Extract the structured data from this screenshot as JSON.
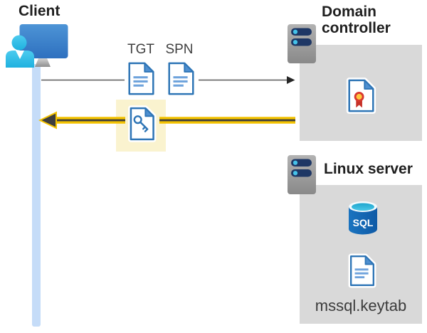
{
  "diagram": {
    "client": {
      "title": "Client"
    },
    "messages": {
      "tgt_label": "TGT",
      "spn_label": "SPN"
    },
    "domain_controller": {
      "title": "Domain controller"
    },
    "linux_server": {
      "title": "Linux server",
      "sql_label": "SQL",
      "keytab_label": "mssql.keytab"
    }
  },
  "colors": {
    "box_gray": "#D9D9D9",
    "highlight_yellow": "#FAF3CF",
    "arrow_yellow": "#F3C200",
    "arrow_dark": "#3E3E3E",
    "gray_arrow": "#595959",
    "doc_border_blue": "#2E75B6",
    "doc_fold_blue": "#4E8FD0",
    "doc_line_blue": "#6FA3DC",
    "timeline_blue": "#C5DCF8",
    "person_cyan": "#35BEE6",
    "monitor_blue": "#3A7FC8",
    "server_gray": "#9E9E9E",
    "server_bar_navy": "#1E3765",
    "server_dot_cyan": "#45C2E9",
    "sql_body_blue": "#1467B3",
    "sql_top_cyan": "#2EB6DB",
    "seal_red": "#D8382F",
    "seal_yellow": "#FFC83D"
  }
}
